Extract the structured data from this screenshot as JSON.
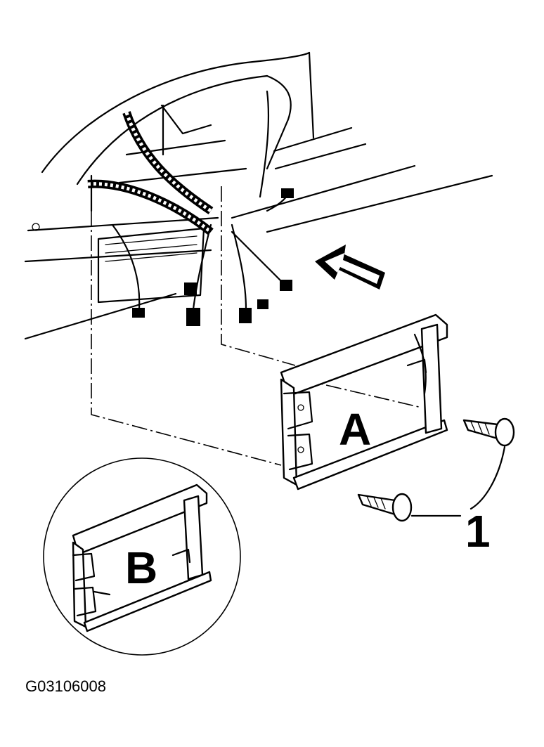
{
  "figure": {
    "label_a": "A",
    "label_b": "B",
    "label_screws": "1",
    "code": "G03106008"
  },
  "icons": {
    "direction_arrow": "installation-direction-arrow-icon"
  }
}
